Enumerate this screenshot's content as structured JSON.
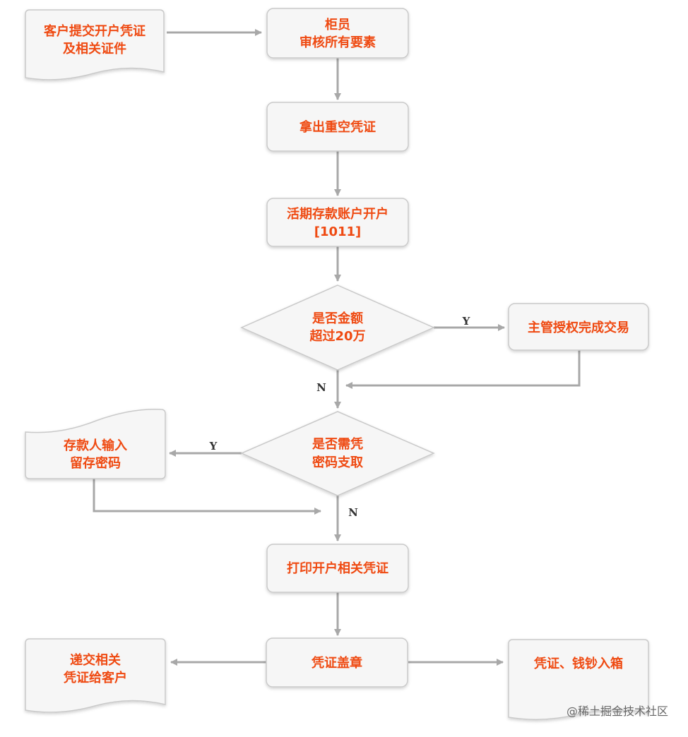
{
  "nodes": {
    "customer_submit": [
      "客户提交开户凭证",
      "及相关证件"
    ],
    "teller_review": [
      "柜员",
      "审核所有要素"
    ],
    "take_voucher": [
      "拿出重空凭证"
    ],
    "open_account": [
      "活期存款账户开户",
      "[1011]"
    ],
    "amount_check": [
      "是否金额",
      "超过20万"
    ],
    "supervisor_auth": [
      "主管授权完成交易"
    ],
    "password_check": [
      "是否需凭",
      "密码支取"
    ],
    "depositor_password": [
      "存款人输入",
      "留存密码"
    ],
    "print_voucher": [
      "打印开户相关凭证"
    ],
    "stamp_voucher": [
      "凭证盖章"
    ],
    "hand_to_customer": [
      "递交相关",
      "凭证给客户"
    ],
    "voucher_cash_box": [
      "凭证、钱钞入箱"
    ]
  },
  "edge_labels": {
    "amount_yes": "Y",
    "amount_no": "N",
    "password_yes": "Y",
    "password_no": "N"
  },
  "watermark": "@稀土掘金技术社区",
  "colors": {
    "text": "#ef4a12",
    "box_fill": "#f6f6f6",
    "box_stroke": "#c9c9c9",
    "arrow": "#a8a8a8"
  }
}
